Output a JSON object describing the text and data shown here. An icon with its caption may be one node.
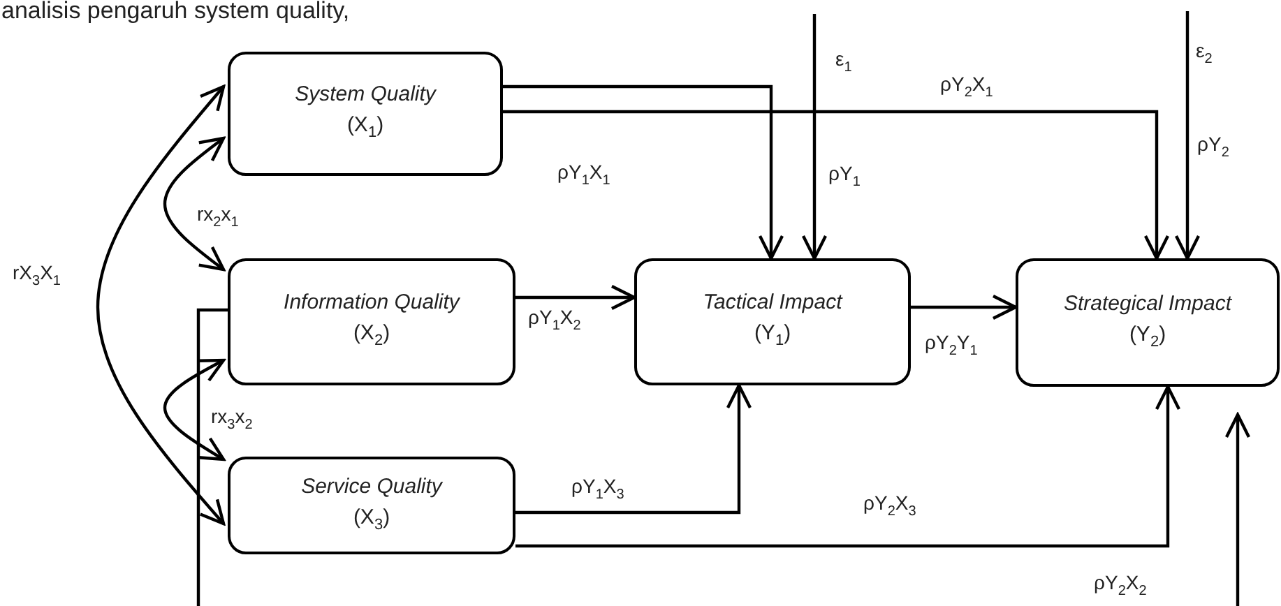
{
  "diagram": {
    "nodes": [
      {
        "text": [
          "System Quality",
          "(X$_{1}$)"
        ]
      },
      {
        "text": [
          "Information Quality",
          "(X$_{2}$)"
        ]
      },
      {
        "text": [
          "Service Quality",
          "(X$_{3}$)"
        ]
      },
      {
        "text": [
          "Tactical Impact",
          "(Y$_{1}$)"
        ]
      },
      {
        "text": [
          "Strategical Impact",
          "(Y$_{2}$)"
        ]
      }
    ],
    "edges": [
      {
        "from": 0,
        "to": 3,
        "arrow": "to",
        "label": "ρY$_{1}$X$_{1}$"
      },
      {
        "from": 0,
        "to": 4,
        "arrow": "to",
        "label": "ρY$_{2}$X$_{1}$"
      },
      {
        "from": 1,
        "to": 3,
        "arrow": "to",
        "label": "ρY$_{1}$X$_{2}$"
      },
      {
        "from": 3,
        "to": 4,
        "arrow": "to",
        "label": "ρY$_{2}$Y$_{1}$"
      },
      {
        "from": 2,
        "to": 3,
        "arrow": "to",
        "label": "ρY$_{1}$X$_{3}$"
      },
      {
        "from": 2,
        "to": 4,
        "arrow": "to",
        "label": "ρY$_{2}$X$_{3}$"
      },
      {
        "from": 1,
        "to": 4,
        "arrow": "to",
        "label": "ρY$_{2}$X$_{2}$"
      },
      {
        "from": null,
        "to": 3,
        "arrow": "to",
        "label": "ρY$_{1}$"
      },
      {
        "from": null,
        "to": 4,
        "arrow": "to",
        "label": "ρY$_{2}$"
      },
      {
        "from": 0,
        "to": 1,
        "arrow": "both",
        "label": "rx$_{2}$x$_{1}$"
      },
      {
        "from": 0,
        "to": 2,
        "arrow": "both",
        "label": "rX$_{3}$X$_{1}$"
      },
      {
        "from": 1,
        "to": 2,
        "arrow": "both",
        "label": "rx$_{3}$x$_{2}$"
      }
    ],
    "labels": [
      "analisis pengaruh system quality,",
      "ε$_{1}$",
      "ε$_{2}$"
    ]
  }
}
